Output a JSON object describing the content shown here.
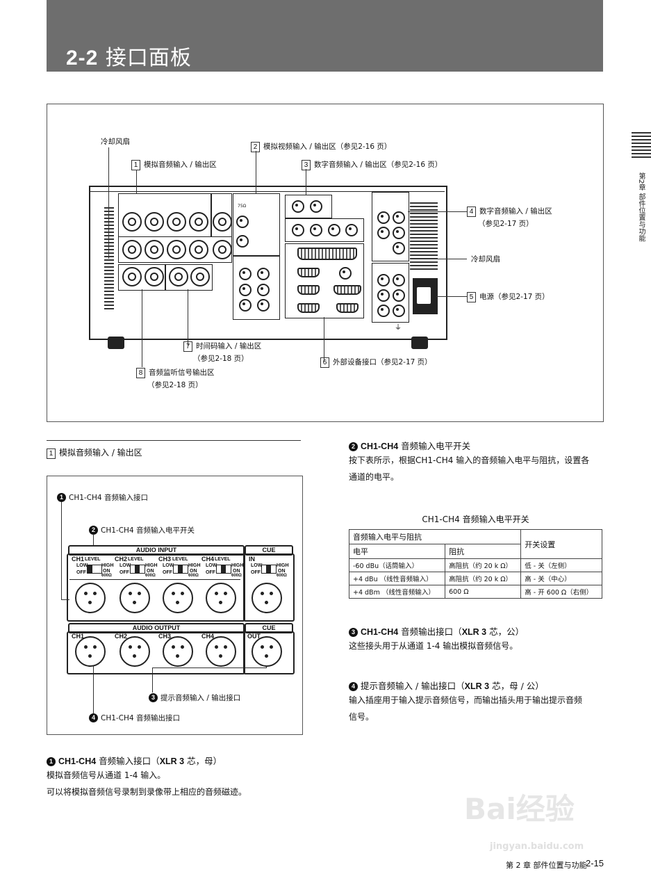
{
  "header": {
    "section_number": "2-2",
    "title": "接口面板"
  },
  "side_tab": {
    "text": "第2章 部件位置与功能"
  },
  "figure": {
    "callouts": {
      "fan_left": "冷却风扇",
      "c1": {
        "num": "1",
        "text": "模拟音频输入 / 输出区"
      },
      "c2": {
        "num": "2",
        "text": "模拟视频输入 / 输出区（参见2-16 页）"
      },
      "c3": {
        "num": "3",
        "text": "数字音频输入 / 输出区（参见2-16 页）"
      },
      "c4": {
        "num": "4",
        "text": "数字音频输入 / 输出区",
        "sub": "（参见2-17 页）"
      },
      "fan_right": "冷却风扇",
      "c5": {
        "num": "5",
        "text": "电源（参见2-17 页）"
      },
      "c6": {
        "num": "6",
        "text": "外部设备接口（参见2-17 页）"
      },
      "c7": {
        "num": "7",
        "text": "时间码输入 / 输出区",
        "sub": "（参见2-18 页）"
      },
      "c8": {
        "num": "8",
        "text": "音频监听信号输出区",
        "sub": "（参见2-18 页）"
      },
      "panel_75": "75Ω"
    }
  },
  "section1": {
    "num": "1",
    "title": "模拟音频输入 / 输出区"
  },
  "detail": {
    "label1": "CH1-CH4 音频输入接口",
    "label2": "CH1-CH4 音频输入电平开关",
    "label3": "提示音频输入 / 输出接口",
    "label4": "CH1-CH4 音频输出接口",
    "audio_input": "AUDIO INPUT",
    "audio_output": "AUDIO OUTPUT",
    "cue": "CUE",
    "cue_in": "IN",
    "cue_out": "OUT",
    "level": "LEVEL",
    "low": "LOW",
    "high": "HIGH",
    "off": "OFF",
    "on": "ON",
    "ohm": "600Ω",
    "channels": [
      "CH1",
      "CH2",
      "CH3",
      "CH4"
    ]
  },
  "items": {
    "i1": {
      "marker": "1",
      "bold": "CH1-CH4",
      "title": "音频输入接口（",
      "bold2": "XLR 3",
      "title2": "芯，母）",
      "lines": [
        "模拟音频信号从通道 1-4 输入。",
        "可以将模拟音频信号录制到录像带上相应的音频磁迹。"
      ]
    },
    "i2": {
      "marker": "2",
      "bold": "CH1-CH4",
      "title": "音频输入电平开关",
      "lines": [
        "按下表所示，根据CH1-CH4 输入的音频输入电平与阻抗，设置各",
        "通道的电平。"
      ]
    },
    "i3": {
      "marker": "3",
      "bold": "CH1-CH4",
      "title": "音频输出接口（",
      "bold2": "XLR 3",
      "title2": "芯，公）",
      "lines": [
        "这些接头用于从通道 1-4 输出模拟音频信号。"
      ]
    },
    "i4": {
      "marker": "4",
      "pre": "提示音频输入 / 输出接口（",
      "bold2": "XLR 3",
      "title2": "芯，母 / 公）",
      "lines": [
        "输入插座用于输入提示音频信号，而输出插头用于输出提示音频",
        "信号。"
      ]
    }
  },
  "table": {
    "caption": "CH1-CH4 音频输入电平开关",
    "head_group": "音频输入电平与阻抗",
    "head_level": "电平",
    "head_impedance": "阻抗",
    "head_setting": "开关设置",
    "rows": [
      {
        "level": "-60 dBu（话筒输入）",
        "impedance": "高阻抗（约 20 k Ω）",
        "setting": "低 - 关（左侧）"
      },
      {
        "level": "+4 dBu （线性音频输入）",
        "impedance": "高阻抗（约 20 k Ω）",
        "setting": "高 - 关（中心）"
      },
      {
        "level": "+4 dBm （线性音频输入）",
        "impedance": "600 Ω",
        "setting": "高 - 开 600 Ω（右侧）"
      }
    ]
  },
  "footer": {
    "chapter": "第 2 章  部件位置与功能",
    "page": "2-15"
  },
  "watermark": {
    "brand": "Bai经验",
    "url": "jingyan.baidu.com"
  }
}
